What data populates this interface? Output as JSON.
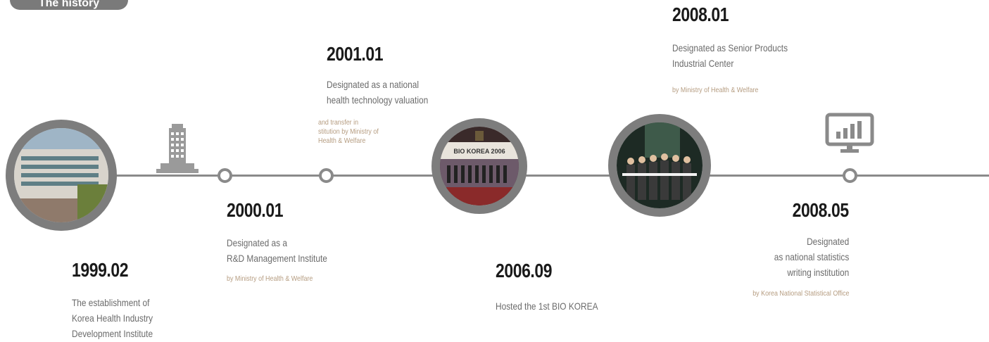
{
  "header": {
    "tab_label": "The history"
  },
  "colors": {
    "line": "#8a8a8a",
    "ring": "#7d7d7d",
    "note": "#b59c80",
    "year": "#1a1a1a",
    "text": "#6b6b6b"
  },
  "events": [
    {
      "year": "1999.02",
      "desc": [
        "The establishment of",
        "Korea Health Industry",
        "Development Institute"
      ]
    },
    {
      "year": "2000.01",
      "desc": [
        "Designated as a",
        "R&D Management Institute"
      ],
      "note": [
        "by Ministry of Health & Welfare"
      ]
    },
    {
      "year": "2001.01",
      "desc": [
        "Designated as a national",
        "health technology valuation"
      ],
      "note": [
        "and transfer in",
        "stitution by Ministry of",
        "Health & Welfare"
      ]
    },
    {
      "year": "2006.09",
      "desc": [
        "Hosted the 1st BIO KOREA"
      ]
    },
    {
      "year": "2008.01",
      "desc": [
        "Designated as Senior Products",
        "Industrial Center"
      ],
      "note": [
        "by Ministry of Health & Welfare"
      ]
    },
    {
      "year": "2008.05",
      "desc": [
        "Designated",
        "as national statistics",
        "writing institution"
      ],
      "note": [
        "by Korea National Statistical Office"
      ]
    }
  ],
  "icons": [
    "building-icon",
    "monitor-chart-icon"
  ],
  "photos": {
    "bio_korea_banner": "BIO KOREA 2006"
  }
}
